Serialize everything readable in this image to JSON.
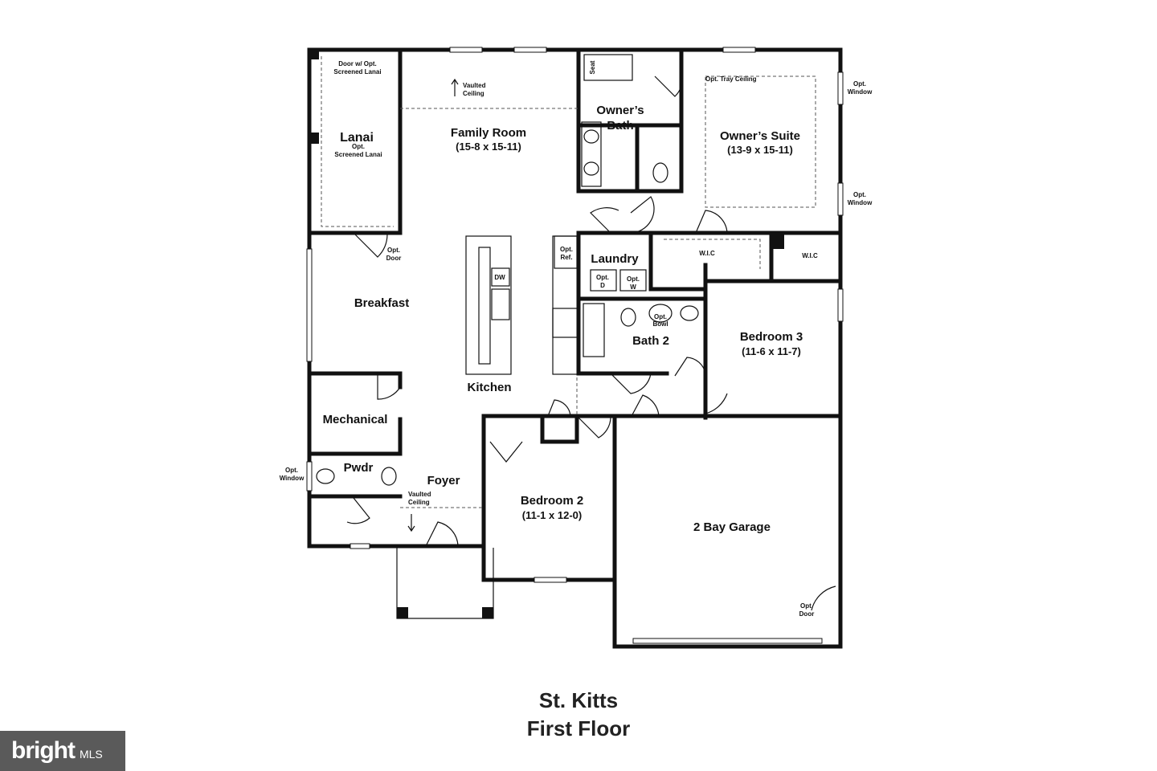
{
  "rooms": {
    "lanai": "Lanai",
    "lanai_opt": "Opt.",
    "lanai_screened": "Screened Lanai",
    "door_lanai_1": "Door w/ Opt.",
    "door_lanai_2": "Screened Lanai",
    "vaulted_1": "Vaulted",
    "vaulted_2": "Ceiling",
    "family_room": "Family Room",
    "family_room_dim": "(15-8 x 15-11)",
    "seat": "Seat",
    "owners_bath_1": "Owner’s",
    "owners_bath_2": "Bath",
    "tray": "Opt. Tray Ceiling",
    "owners_suite": "Owner’s Suite",
    "owners_suite_dim": "(13-9 x 15-11)",
    "opt_window_a1": "Opt.",
    "opt_window_a2": "Window",
    "opt_window_b1": "Opt.",
    "opt_window_b2": "Window",
    "opt_door_1": "Opt.",
    "opt_door_2": "Door",
    "opt_ref_1": "Opt.",
    "opt_ref_2": "Ref.",
    "laundry": "Laundry",
    "opt_d_1": "Opt.",
    "opt_d_2": "D",
    "opt_w_1": "Opt.",
    "opt_w_2": "W",
    "wic_1": "W.I.C",
    "wic_2": "W.I.C",
    "dw": "DW",
    "breakfast": "Breakfast",
    "opt_bowl_1": "Opt.",
    "opt_bowl_2": "Bowl",
    "bath2": "Bath 2",
    "bedroom3": "Bedroom 3",
    "bedroom3_dim": "(11-6 x 11-7)",
    "kitchen": "Kitchen",
    "mechanical": "Mechanical",
    "pwdr": "Pwdr",
    "opt_window_c1": "Opt.",
    "opt_window_c2": "Window",
    "foyer": "Foyer",
    "foyer_vaulted_1": "Vaulted",
    "foyer_vaulted_2": "Ceiling",
    "bedroom2": "Bedroom 2",
    "bedroom2_dim": "(11-1 x 12-0)",
    "garage": "2 Bay Garage",
    "garage_door_1": "Opt.",
    "garage_door_2": "Door"
  },
  "title": {
    "line1": "St. Kitts",
    "line2": "First Floor"
  },
  "logo": {
    "brand": "bright",
    "mls": "MLS"
  }
}
